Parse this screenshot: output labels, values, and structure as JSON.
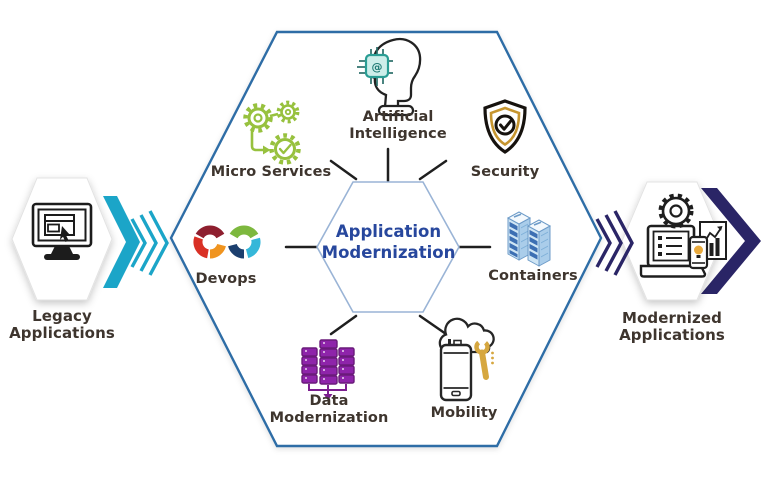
{
  "center": {
    "label": "Application Modernization"
  },
  "left_node": {
    "label": "Legacy Applications",
    "icon": "desktop-monitor-icon"
  },
  "right_node": {
    "label": "Modernized Applications",
    "icon": "modern-apps-laptop-icon"
  },
  "satellites": [
    {
      "id": "artificial-intelligence",
      "label": "Artificial Intelligence",
      "icon": "head-chip-icon"
    },
    {
      "id": "micro-services",
      "label": "Micro Services",
      "icon": "gears-flow-icon"
    },
    {
      "id": "security",
      "label": "Security",
      "icon": "shield-check-icon"
    },
    {
      "id": "devops",
      "label": "Devops",
      "icon": "devops-infinity-icon"
    },
    {
      "id": "containers",
      "label": "Containers",
      "icon": "container-towers-icon"
    },
    {
      "id": "data-modernization",
      "label": "Data Modernization",
      "icon": "database-servers-icon"
    },
    {
      "id": "mobility",
      "label": "Mobility",
      "icon": "phone-cloud-wrench-icon"
    }
  ],
  "ai_chip_glyph": "@",
  "colors": {
    "teal-chevron": "#1ba5c8",
    "navy-chevron": "#2a2566",
    "hexagon-border": "#2e6da6",
    "inner-hexagon-border": "#9ab4d6",
    "title-blue": "#27479d",
    "label-dark": "#3e352e",
    "microservices-green": "#97c13e",
    "security-gold": "#c6952f",
    "data-purple": "#8e24aa",
    "container-blue": "#3d6fb3",
    "mobility-gold": "#d6a73f"
  }
}
